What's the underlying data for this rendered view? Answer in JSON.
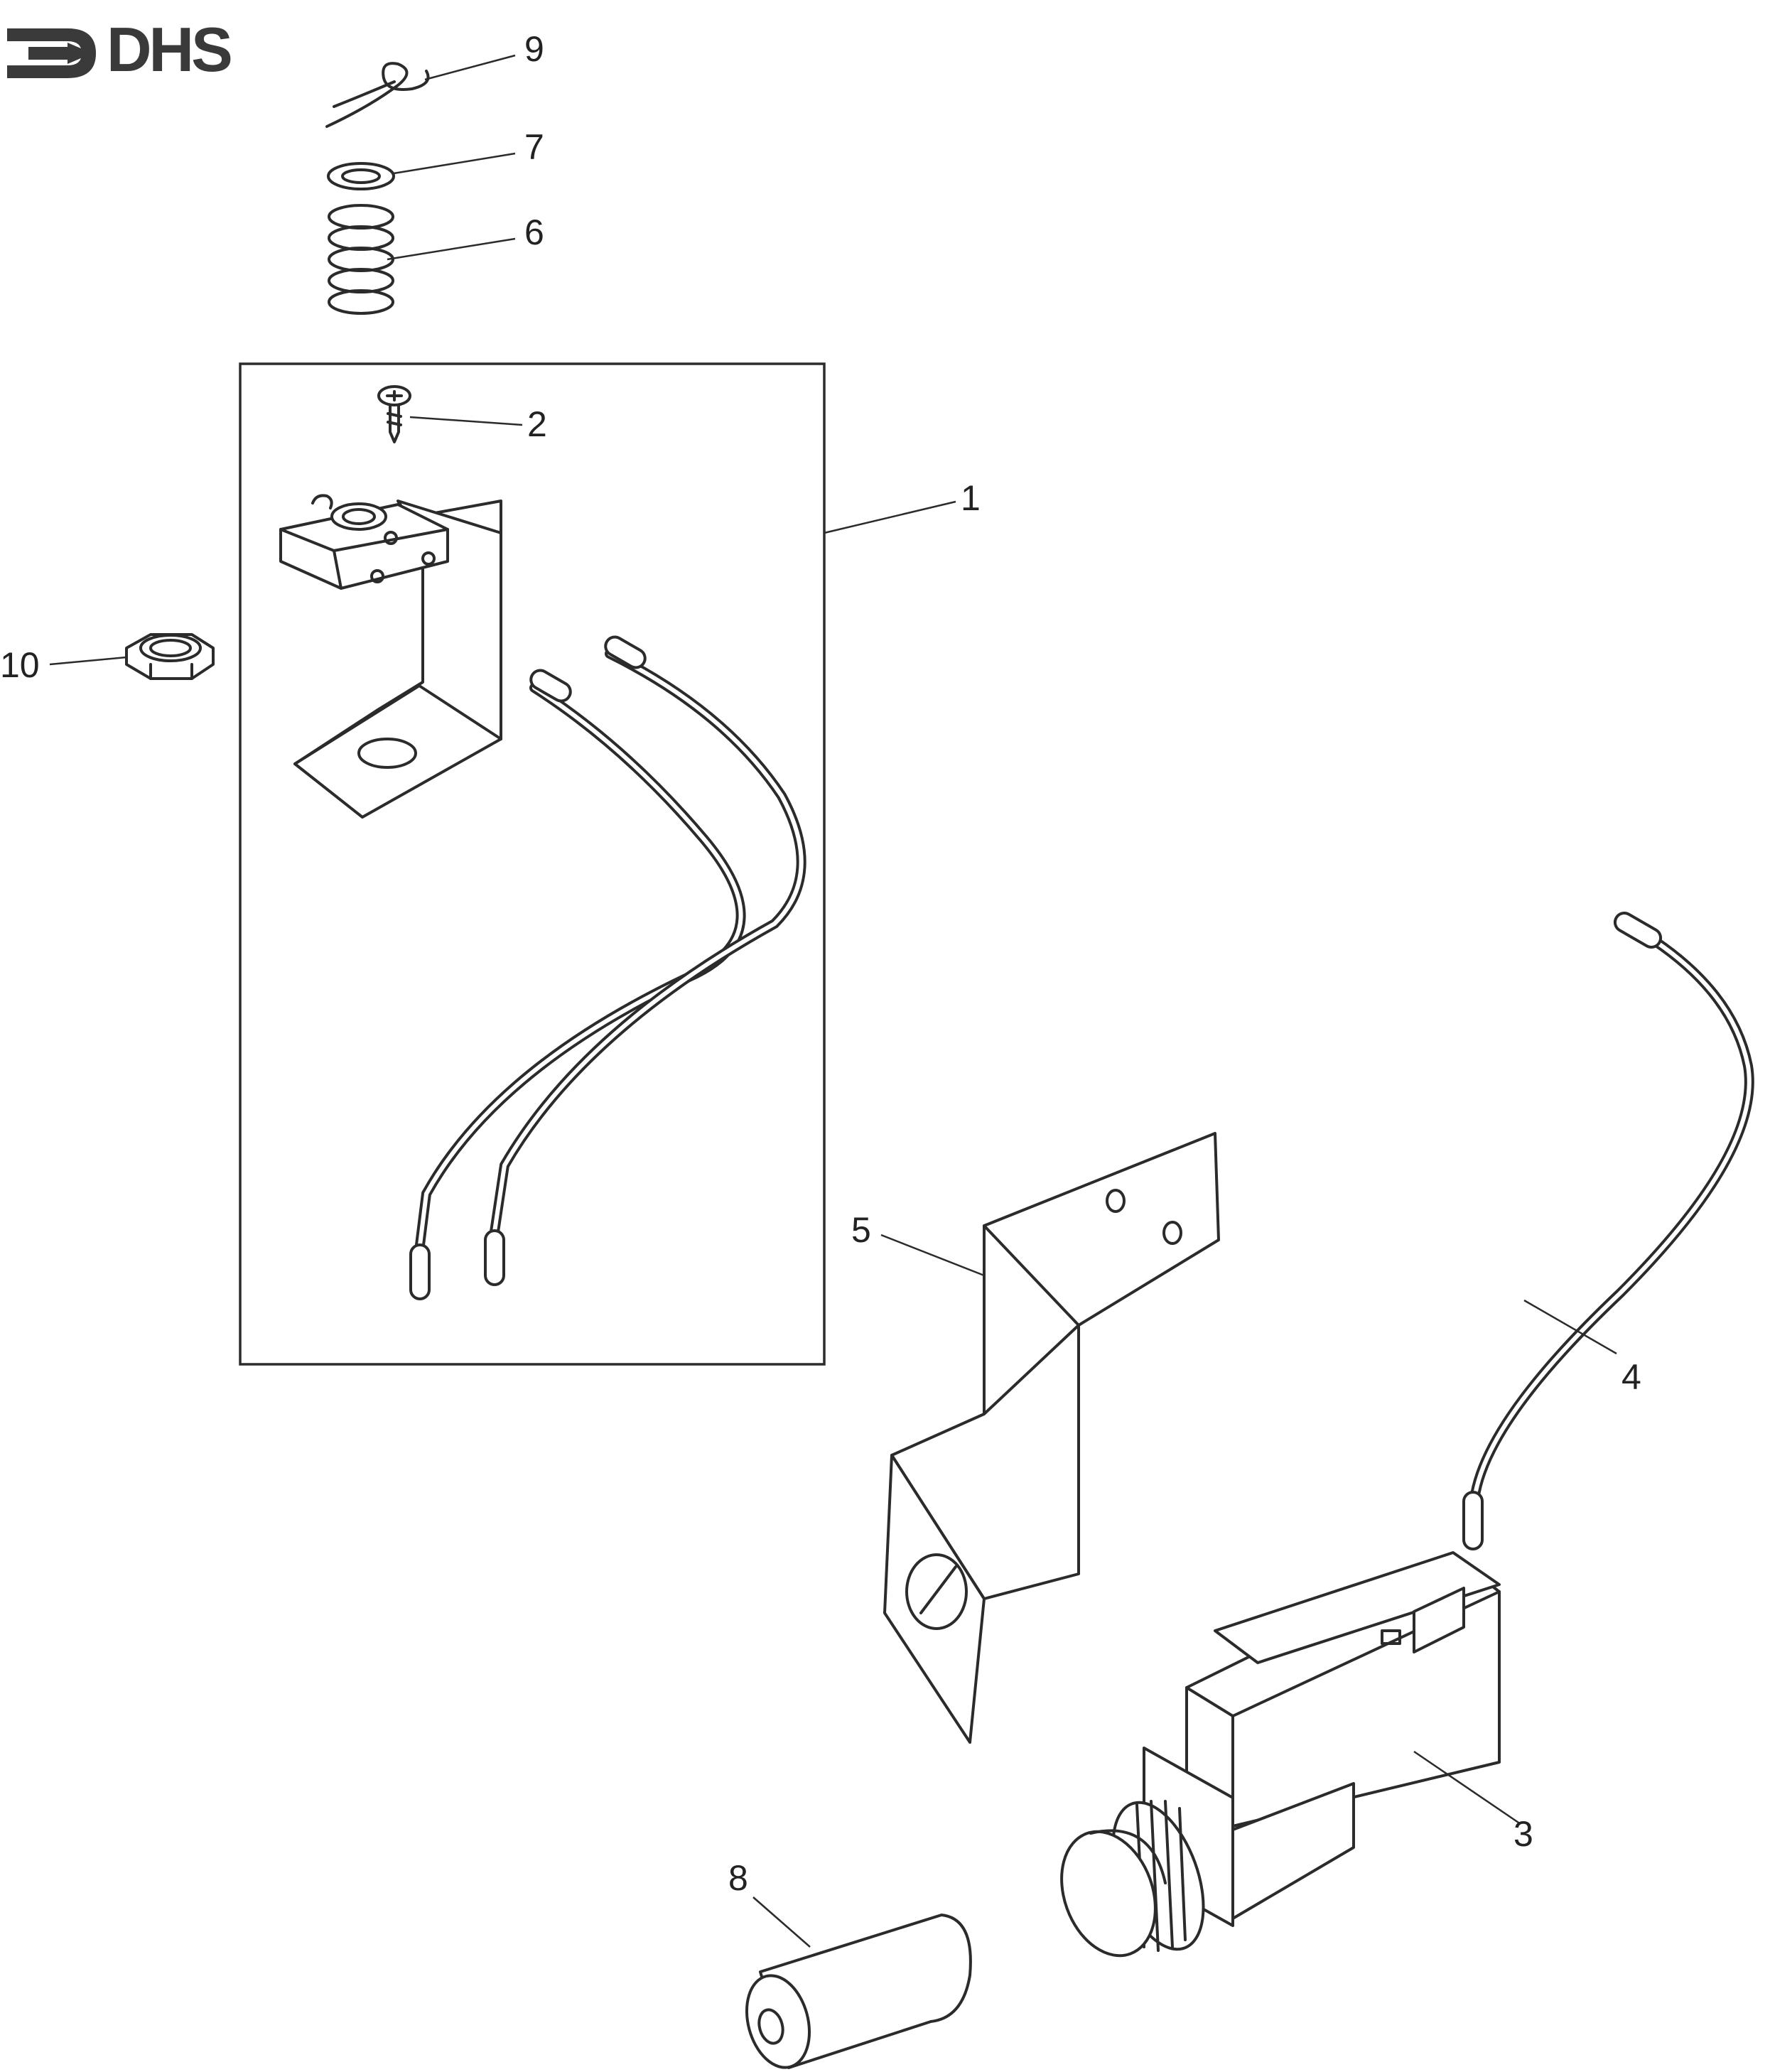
{
  "brand": {
    "logo_text": "DHS"
  },
  "callouts": {
    "c1": "1",
    "c2": "2",
    "c3": "3",
    "c4": "4",
    "c5": "5",
    "c6": "6",
    "c7": "7",
    "c8": "8",
    "c9": "9",
    "c10": "10"
  }
}
